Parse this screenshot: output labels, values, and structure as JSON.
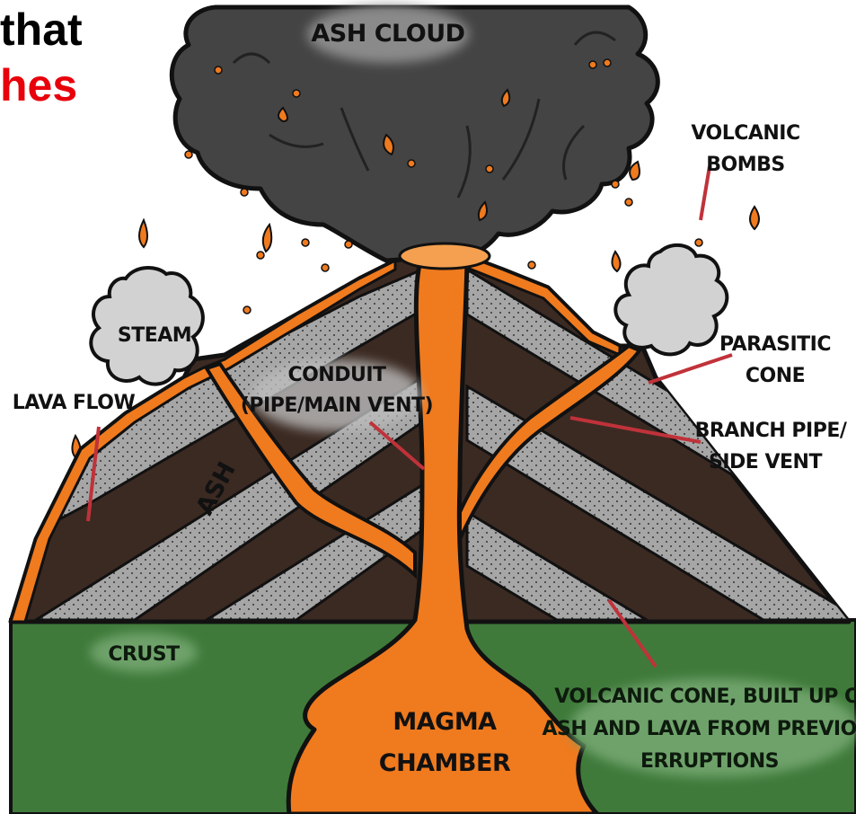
{
  "header": {
    "line1": "that",
    "line2": "hes",
    "line1_color": "#000000",
    "line2_color": "#e8000b"
  },
  "labels": {
    "ash_cloud": "ASH CLOUD",
    "volcanic_bombs": [
      "VOLCANIC",
      "BOMBS"
    ],
    "steam": "STEAM",
    "conduit": [
      "CONDUIT",
      "(PIPE/MAIN VENT)"
    ],
    "lava_flow": "LAVA FLOW",
    "parasitic_cone": [
      "PARASITIC",
      "CONE"
    ],
    "branch_pipe": [
      "BRANCH PIPE/",
      "SIDE VENT"
    ],
    "ash": "ASH",
    "crust": "CRUST",
    "magma_chamber": [
      "MAGMA",
      "CHAMBER"
    ],
    "volcanic_cone": [
      "VOLCANIC CONE, BUILT UP OF",
      "ASH AND LAVA FROM PREVIOUS",
      "ERRUPTIONS"
    ]
  },
  "colors": {
    "lava": "#f07a1e",
    "rock": "#3b2a22",
    "ash_layer": "#a6a6a6",
    "crust": "#3f7a3a",
    "smoke": "#444444",
    "steam": "#d2d2d2",
    "leader": "#c0323a"
  }
}
